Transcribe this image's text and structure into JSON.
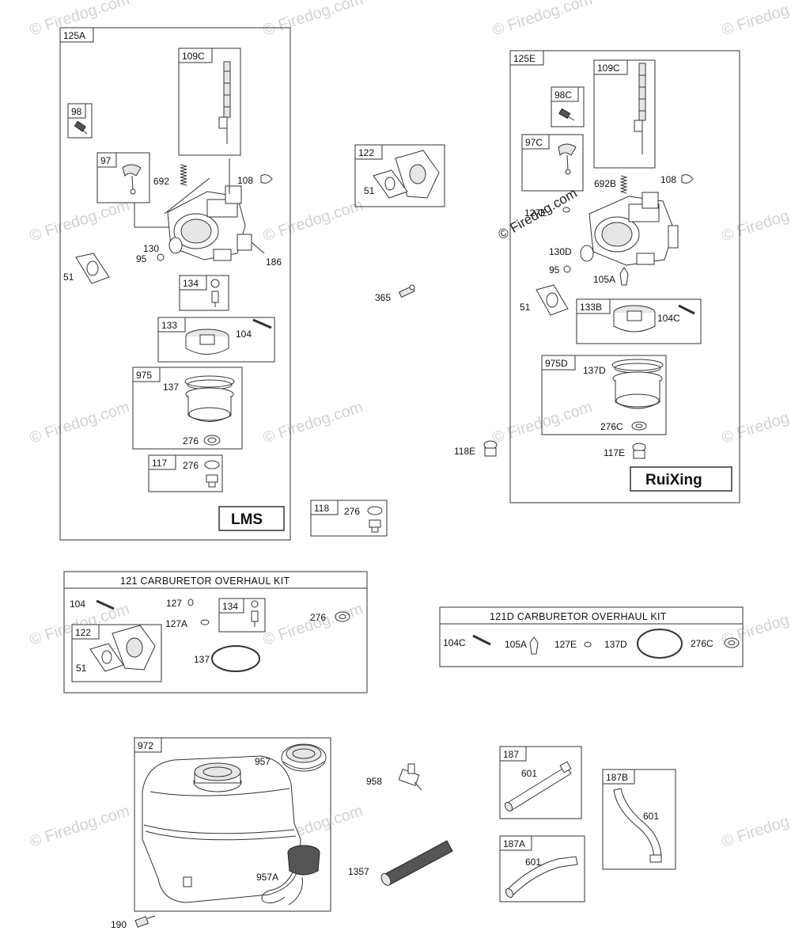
{
  "watermark": {
    "text": "© Firedog.com"
  },
  "copyright": {
    "text": "© Firedog.com"
  },
  "groups": {
    "g125a": {
      "tag": "125A",
      "brand": "LMS",
      "tags": {
        "t109c": "109C",
        "t98": "98",
        "t97": "97",
        "t134": "134",
        "t133": "133",
        "t975": "975",
        "t117": "117"
      },
      "labels": {
        "l692": "692",
        "l108": "108",
        "l130": "130",
        "l95": "95",
        "l51": "51",
        "l186": "186",
        "l104": "104",
        "l137": "137",
        "l276a": "276",
        "l276b": "276"
      }
    },
    "g122": {
      "tag": "122",
      "labels": {
        "l51": "51"
      }
    },
    "loose": {
      "l365": "365",
      "l118e": "118E"
    },
    "g118": {
      "tag": "118",
      "labels": {
        "l276": "276"
      }
    },
    "g125e": {
      "tag": "125E",
      "brand": "RuiXing",
      "tags": {
        "t109c": "109C",
        "t98c": "98C",
        "t97c": "97C",
        "t133b": "133B",
        "t975d": "975D"
      },
      "labels": {
        "l692b": "692B",
        "l108": "108",
        "l127e": "127E",
        "l130d": "130D",
        "l95": "95",
        "l105a": "105A",
        "l51": "51",
        "l104c": "104C",
        "l137d": "137D",
        "l276c": "276C",
        "l117e": "117E"
      }
    },
    "g121": {
      "title": "121 CARBURETOR OVERHAUL KIT",
      "tags": {
        "t134": "134",
        "t122": "122"
      },
      "labels": {
        "l104": "104",
        "l127": "127",
        "l127a": "127A",
        "l276": "276",
        "l51": "51",
        "l137": "137"
      }
    },
    "g121d": {
      "title": "121D CARBURETOR OVERHAUL KIT",
      "labels": {
        "l104c": "104C",
        "l105a": "105A",
        "l127e": "127E",
        "l137d": "137D",
        "l276c": "276C"
      }
    },
    "g972": {
      "tag": "972",
      "labels": {
        "l957": "957",
        "l957a": "957A",
        "l190": "190"
      }
    },
    "fuel": {
      "l958": "958",
      "l1357": "1357"
    },
    "g187": {
      "tag": "187",
      "labels": {
        "l601": "601"
      }
    },
    "g187a": {
      "tag": "187A",
      "labels": {
        "l601": "601"
      }
    },
    "g187b": {
      "tag": "187B",
      "labels": {
        "l601": "601"
      }
    }
  }
}
